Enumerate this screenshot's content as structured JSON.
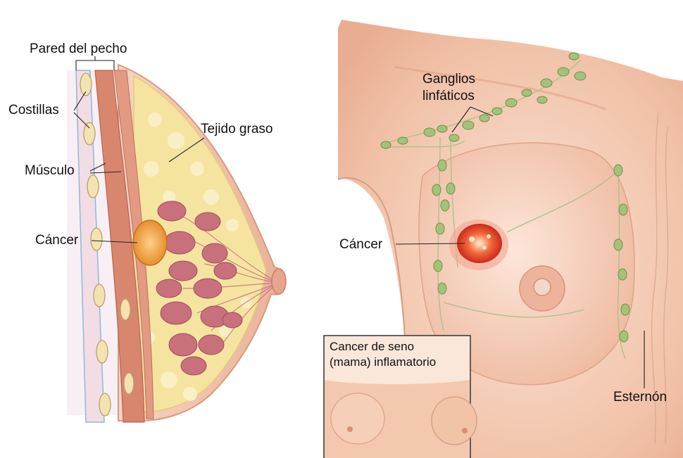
{
  "side_view": {
    "chest_wall_label": "Pared del pecho",
    "ribs_label": "Costillas",
    "muscle_label": "Músculo",
    "fat_label": "Tejido graso",
    "cancer_label": "Cáncer"
  },
  "front_view": {
    "lymph_label_line1": "Ganglios",
    "lymph_label_line2": "linfáticos",
    "cancer_label": "Cáncer",
    "sternum_label": "Esternón"
  },
  "inset": {
    "title_line1": "Cancer de seno",
    "title_line2": "(mama) inflamatorio"
  },
  "colors": {
    "skin": "#f3c9b0",
    "fat": "#f4e3a3",
    "muscle": "#d98c78",
    "lobules": "#c7707e",
    "tumor": "#f0a646",
    "node": "#9cbf76"
  }
}
